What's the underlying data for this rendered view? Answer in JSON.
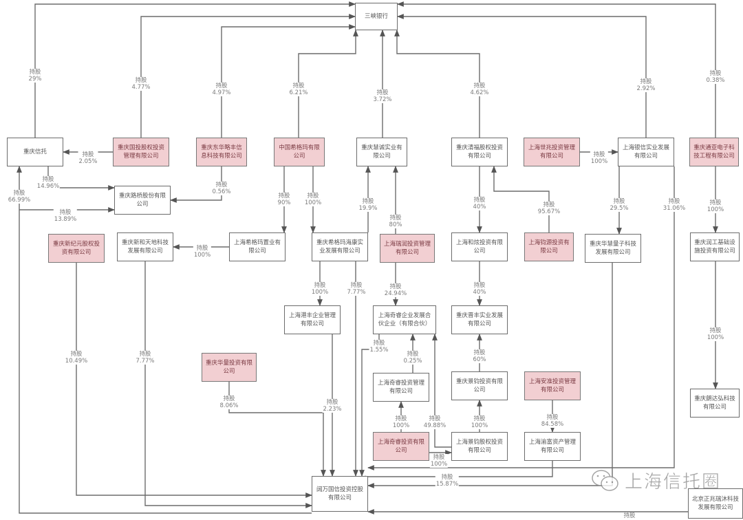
{
  "title": "三峡银行股权结构图",
  "colors": {
    "highlight_fill": "#f2cfd2",
    "line": "#6b6b6b",
    "text": "#555555"
  },
  "watermark": {
    "icon": "wechat-icon",
    "text": "上海信托圈"
  },
  "hold_label": "持股",
  "nodes": [
    {
      "id": "sxbank",
      "name": "三峡银行",
      "highlight": false
    },
    {
      "id": "cqxt",
      "name": "重庆信托",
      "highlight": false
    },
    {
      "id": "cqgt",
      "name": "重庆国投股权投资管理有限公司",
      "highlight": true
    },
    {
      "id": "cqdh",
      "name": "重庆东华略丰信息科技有限公司",
      "highlight": true
    },
    {
      "id": "zgsjm",
      "name": "中国希格玛有限公司",
      "highlight": true
    },
    {
      "id": "cqjc",
      "name": "重庆慧诚实业有限公司",
      "highlight": false
    },
    {
      "id": "cqqf",
      "name": "重庆清福股权投资有限公司",
      "highlight": false
    },
    {
      "id": "shsz",
      "name": "上海世兆投资管理有限公司",
      "highlight": true
    },
    {
      "id": "shyx",
      "name": "上海银信实业发展有限公司",
      "highlight": false
    },
    {
      "id": "cqty",
      "name": "重庆通亚电子科技工程有限公司",
      "highlight": true
    },
    {
      "id": "cqlq",
      "name": "重庆路桥股份有限公司",
      "highlight": false
    },
    {
      "id": "cqxj",
      "name": "重庆新纪元股权投资有限公司",
      "highlight": true
    },
    {
      "id": "cqxh",
      "name": "重庆新和天地科技发展有限公司",
      "highlight": false
    },
    {
      "id": "shxgmzy",
      "name": "上海希格玛置业有限公司",
      "highlight": false
    },
    {
      "id": "cqxgmhk",
      "name": "重庆希格玛海康实业发展有限公司",
      "highlight": false
    },
    {
      "id": "shrr",
      "name": "上海瑞润投资管理有限公司",
      "highlight": true
    },
    {
      "id": "shhx",
      "name": "上海和炫投资有限公司",
      "highlight": false
    },
    {
      "id": "shjy",
      "name": "上海钧源投资有限公司",
      "highlight": true
    },
    {
      "id": "cqhh",
      "name": "重庆华慧量子科技发展有限公司",
      "highlight": false
    },
    {
      "id": "cqtg",
      "name": "重庆润工基础设施投资有限公司",
      "highlight": false
    },
    {
      "id": "shgf",
      "name": "上海港丰企业管理有限公司",
      "highlight": false
    },
    {
      "id": "shqrhh",
      "name": "上海奇睿企业发展合伙企业（有限合伙）",
      "highlight": false
    },
    {
      "id": "cqjf",
      "name": "重庆晋丰实业发展有限公司",
      "highlight": false
    },
    {
      "id": "cqhl",
      "name": "重庆华量投资有限公司",
      "highlight": true
    },
    {
      "id": "shqrgl",
      "name": "上海奇睿投资管理有限公司",
      "highlight": false
    },
    {
      "id": "cqjy",
      "name": "重庆景钧投资有限公司",
      "highlight": false
    },
    {
      "id": "shaj",
      "name": "上海安准投资管理有限公司",
      "highlight": true
    },
    {
      "id": "cqdh2",
      "name": "重庆朗达弘科技有限公司",
      "highlight": false
    },
    {
      "id": "shqrtz",
      "name": "上海奇睿投资有限公司",
      "highlight": true
    },
    {
      "id": "shjygq",
      "name": "上海景钧股权投资有限公司",
      "highlight": false
    },
    {
      "id": "shyf",
      "name": "上海渝富资产管理有限公司",
      "highlight": false
    },
    {
      "id": "ywgx",
      "name": "阔万国信投资控股有限公司",
      "highlight": false
    },
    {
      "id": "bjzs",
      "name": "北京正兆瑞沐科技发展有限公司",
      "highlight": false
    }
  ],
  "edges": [
    {
      "from": "cqxt",
      "to": "sxbank",
      "pct": "29%"
    },
    {
      "from": "cqgt",
      "to": "sxbank",
      "pct": "4.77%"
    },
    {
      "from": "cqdh",
      "to": "sxbank",
      "pct": "4.97%"
    },
    {
      "from": "zgsjm",
      "to": "sxbank",
      "pct": "6.21%"
    },
    {
      "from": "cqjc",
      "to": "sxbank",
      "pct": "3.72%"
    },
    {
      "from": "cqqf",
      "to": "sxbank",
      "pct": "4.62%"
    },
    {
      "from": "shyx",
      "to": "sxbank",
      "pct": "2.92%"
    },
    {
      "from": "cqty",
      "to": "sxbank",
      "pct": "0.38%"
    },
    {
      "from": "cqgt",
      "to": "cqxt",
      "pct": "2.05%"
    },
    {
      "from": "cqxt",
      "to": "cqlq",
      "pct": "14.96%"
    },
    {
      "from": "ywgx",
      "to": "cqxt",
      "pct": "66.99%"
    },
    {
      "from": "ywgx",
      "to": "cqlq",
      "pct": "13.89%"
    },
    {
      "from": "cqdh",
      "to": "cqlq",
      "pct": "0.56%"
    },
    {
      "from": "zgsjm",
      "to": "shxgmzy",
      "pct": "90%"
    },
    {
      "from": "zgsjm",
      "to": "cqxgmhk",
      "pct": "100%"
    },
    {
      "from": "shxgmzy",
      "to": "cqxh",
      "pct": "100%"
    },
    {
      "from": "cqxgmhk",
      "to": "cqjc",
      "pct": "19.9%"
    },
    {
      "from": "shrr",
      "to": "cqjc",
      "pct": "80%"
    },
    {
      "from": "cqqf",
      "to": "shhx",
      "pct": "40%"
    },
    {
      "from": "shjy",
      "to": "cqqf",
      "pct": "95.67%"
    },
    {
      "from": "shsz",
      "to": "shyx",
      "pct": "100%"
    },
    {
      "from": "shyx",
      "to": "cqhh",
      "pct": "29.5%"
    },
    {
      "from": "shyx",
      "to": "ywgx",
      "pct": "31.06%"
    },
    {
      "from": "cqty",
      "to": "cqtg",
      "pct": "100%"
    },
    {
      "from": "cqtg",
      "to": "cqdh2",
      "pct": "100%"
    },
    {
      "from": "cqxgmhk",
      "to": "shgf",
      "pct": "100%"
    },
    {
      "from": "cqxgmhk",
      "to": "ywgx",
      "pct": "7.77%"
    },
    {
      "from": "shrr",
      "to": "shqrhh",
      "pct": "24.94%"
    },
    {
      "from": "shhx",
      "to": "cqjf",
      "pct": "40%"
    },
    {
      "from": "shqrhh",
      "to": "ywgx",
      "pct": "1.55%"
    },
    {
      "from": "shqrgl",
      "to": "shqrhh",
      "pct": "0.25%"
    },
    {
      "from": "cqjy",
      "to": "cqjf",
      "pct": "60%"
    },
    {
      "from": "shqrtz",
      "to": "shqrgl",
      "pct": "100%"
    },
    {
      "from": "shjygq",
      "to": "shqrhh",
      "pct": "49.88%"
    },
    {
      "from": "shjygq",
      "to": "cqjy",
      "pct": "100%"
    },
    {
      "from": "shqrtz",
      "to": "shjygq",
      "pct": "100%"
    },
    {
      "from": "shaj",
      "to": "shyf",
      "pct": "84.58%"
    },
    {
      "from": "shyf",
      "to": "ywgx",
      "pct": "15.87%"
    },
    {
      "from": "cqxj",
      "to": "ywgx",
      "pct": "10.49%"
    },
    {
      "from": "cqxh",
      "to": "ywgx",
      "pct": "7.77%"
    },
    {
      "from": "cqhl",
      "to": "ywgx",
      "pct": "8.06%"
    },
    {
      "from": "shgf",
      "to": "ywgx",
      "pct": "2.23%"
    },
    {
      "from": "cqhh",
      "to": "ywgx",
      "pct": ""
    },
    {
      "from": "bjzs",
      "to": "ywgx",
      "pct": ""
    }
  ]
}
